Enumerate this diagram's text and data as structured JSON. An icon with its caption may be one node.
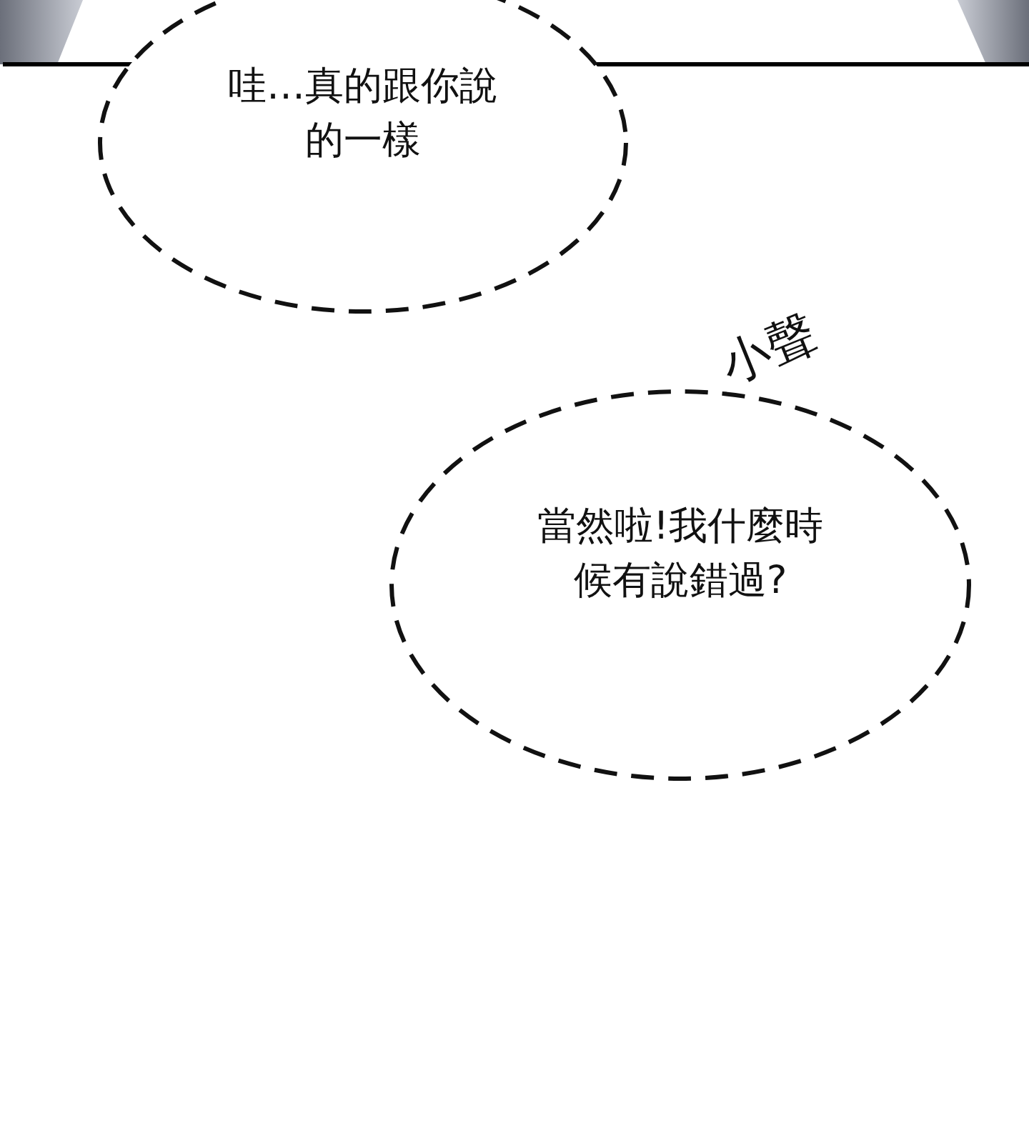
{
  "diagram": {
    "nodes": [
      {
        "text": [
          "哇…真的跟你說的一樣"
        ]
      },
      {
        "text": [
          "當然啦!我什麼時候有說錯過?"
        ],
        "beside": [
          "小聲"
        ]
      }
    ],
    "edges": []
  }
}
